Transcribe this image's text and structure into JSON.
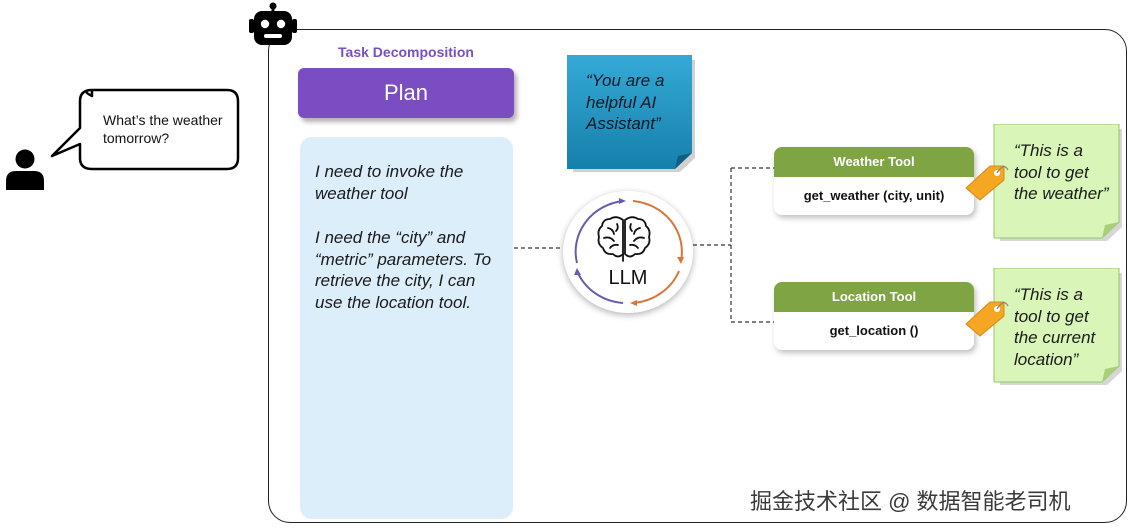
{
  "user": {
    "icon": "user-icon",
    "message": "What’s the weather tomorrow?"
  },
  "agent": {
    "icon": "robot-icon",
    "task_decomposition_label": "Task Decomposition",
    "plan": {
      "title": "Plan",
      "paragraphs": [
        "I need to invoke the weather tool",
        "I need the “city” and “metric” parameters. To retrieve the city, I can use the location tool."
      ]
    },
    "system_prompt": "“You are a helpful AI Assistant”",
    "llm": {
      "label": "LLM",
      "icon": "brain-icon"
    },
    "tools": [
      {
        "name": "Weather Tool",
        "signature": "get_weather (city, unit)",
        "description": "“This is a tool to get the weather”",
        "tag_icon": "tag-icon"
      },
      {
        "name": "Location Tool",
        "signature": "get_location ()",
        "description": "“This is a tool to get the current location”",
        "tag_icon": "tag-icon"
      }
    ]
  },
  "colors": {
    "plan_header": "#7b4dc2",
    "task_label": "#7a4fc1",
    "plan_box": "#ddeefb",
    "system_note": "#2196c4",
    "tool_header": "#7ea443",
    "tool_note": "#d9f5b8",
    "tag": "#f5a623"
  },
  "watermark": "掘金技术社区 @ 数据智能老司机"
}
